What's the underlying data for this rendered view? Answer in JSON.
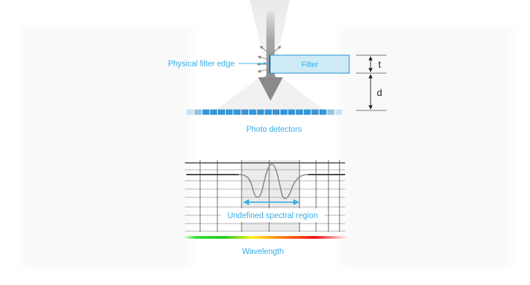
{
  "labels": {
    "physical_filter_edge": "Physical filter edge",
    "filter": "Filter",
    "t": "t",
    "d": "d",
    "photo_detectors": "Photo detectors",
    "undefined_spectral_region": "Undefined spectral region",
    "wavelength": "Wavelength"
  },
  "colors": {
    "accent_blue": "#3aaee6",
    "filter_fill": "#cfeaf7",
    "filter_stroke": "#3a9fd6",
    "detector_fill": "#3399dd",
    "beam_gray": "#999999",
    "grid_dark": "#444444",
    "grid_light": "#bbbbbb",
    "curve_gray": "#888888"
  },
  "icons": {
    "edge_arrow": "arrow-right-icon",
    "scatter_arrows": "scatter-arrow-icon",
    "dimension_arrows": "double-arrow-icon",
    "span_arrow": "double-arrow-icon"
  }
}
